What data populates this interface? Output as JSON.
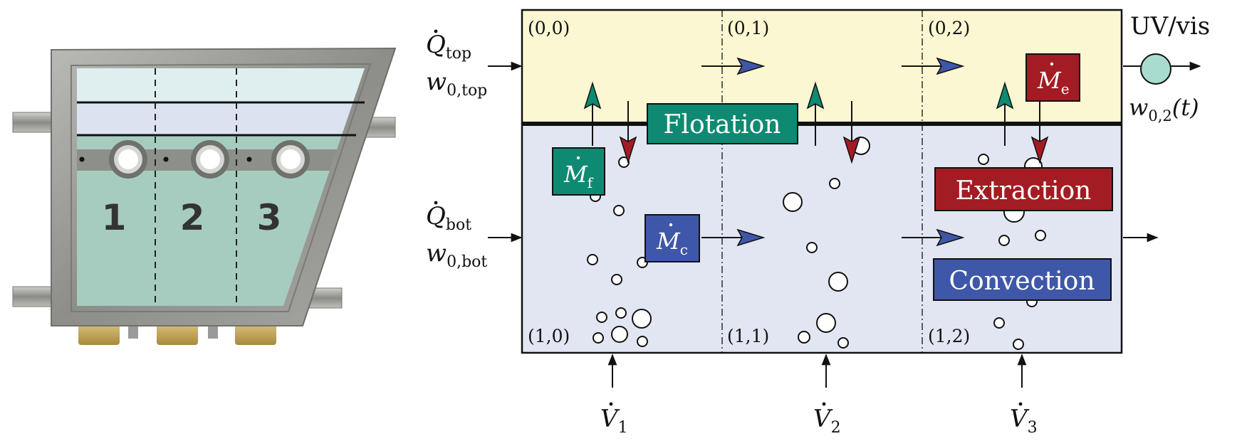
{
  "photo": {
    "compartments": [
      "1",
      "2",
      "3"
    ]
  },
  "schematic": {
    "cells": {
      "top": [
        "(0,0)",
        "(0,1)",
        "(0,2)"
      ],
      "bottom": [
        "(1,0)",
        "(1,1)",
        "(1,2)"
      ]
    },
    "inputs": {
      "q_top": "Q",
      "q_top_sub": "top",
      "w_top": "w",
      "w_top_sub": "0,top",
      "q_bot": "Q",
      "q_bot_sub": "bot",
      "w_bot": "w",
      "w_bot_sub": "0,bot"
    },
    "gas_flows": [
      {
        "symbol": "V",
        "sub": "1"
      },
      {
        "symbol": "V",
        "sub": "2"
      },
      {
        "symbol": "V",
        "sub": "3"
      }
    ],
    "sensor": {
      "label": "UV/vis",
      "output": "w",
      "output_sub": "0,2",
      "output_arg": "(t)"
    },
    "mechanisms": {
      "flotation": "Flotation",
      "extraction": "Extraction",
      "convection": "Convection"
    },
    "mass_flows": {
      "m_f": {
        "symbol": "M",
        "sub": "f"
      },
      "m_c": {
        "symbol": "M",
        "sub": "c"
      },
      "m_e": {
        "symbol": "M",
        "sub": "e"
      }
    },
    "colors": {
      "top_phase": "#fbf7d2",
      "bottom_phase": "#e2e6f3",
      "flotation": "#0f8a72",
      "extraction": "#a31c24",
      "convection": "#3f57a8",
      "sensor": "#a8dccf"
    }
  }
}
